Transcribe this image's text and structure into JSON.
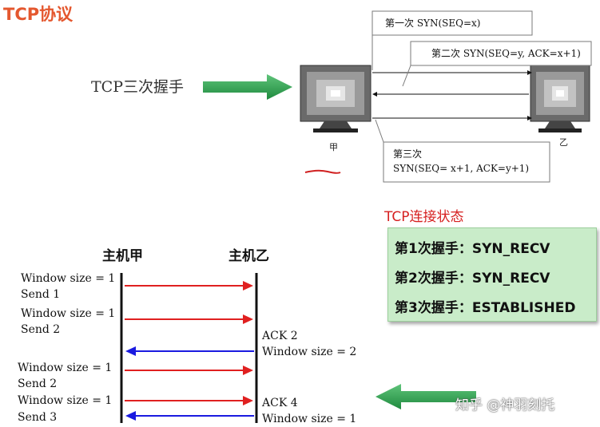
{
  "title": "TCP协议",
  "handshake": {
    "label": "TCP三次握手",
    "step1": "第一次 SYN(SEQ=x)",
    "step2": "第二次 SYN(SEQ=y, ACK=x+1)",
    "step3_line1": "第三次",
    "step3_line2": "SYN(SEQ= x+1, ACK=y+1)",
    "host_a": "甲",
    "host_b": "乙"
  },
  "states": {
    "title": "TCP连接状态",
    "rows": [
      "第1次握手：SYN_RECV",
      "第2次握手：SYN_RECV",
      "第3次握手：ESTABLISHED"
    ]
  },
  "sequence": {
    "host_a": "主机甲",
    "host_b": "主机乙",
    "left": [
      {
        "text": "Window size = 1"
      },
      {
        "text": "Send 1"
      },
      {
        "text": "Window size = 1"
      },
      {
        "text": "Send 2"
      },
      {
        "text": "Window size = 1"
      },
      {
        "text": "Send 2"
      },
      {
        "text": "Window size = 1"
      },
      {
        "text": "Send 3"
      }
    ],
    "right": [
      {
        "text": "ACK 2"
      },
      {
        "text": "Window size = 2"
      },
      {
        "text": "ACK 4"
      },
      {
        "text": "Window size = 1"
      }
    ],
    "colors": {
      "send": "#e02020",
      "ack": "#1a1ae0"
    }
  },
  "watermark": "知乎 @神羽刻托"
}
